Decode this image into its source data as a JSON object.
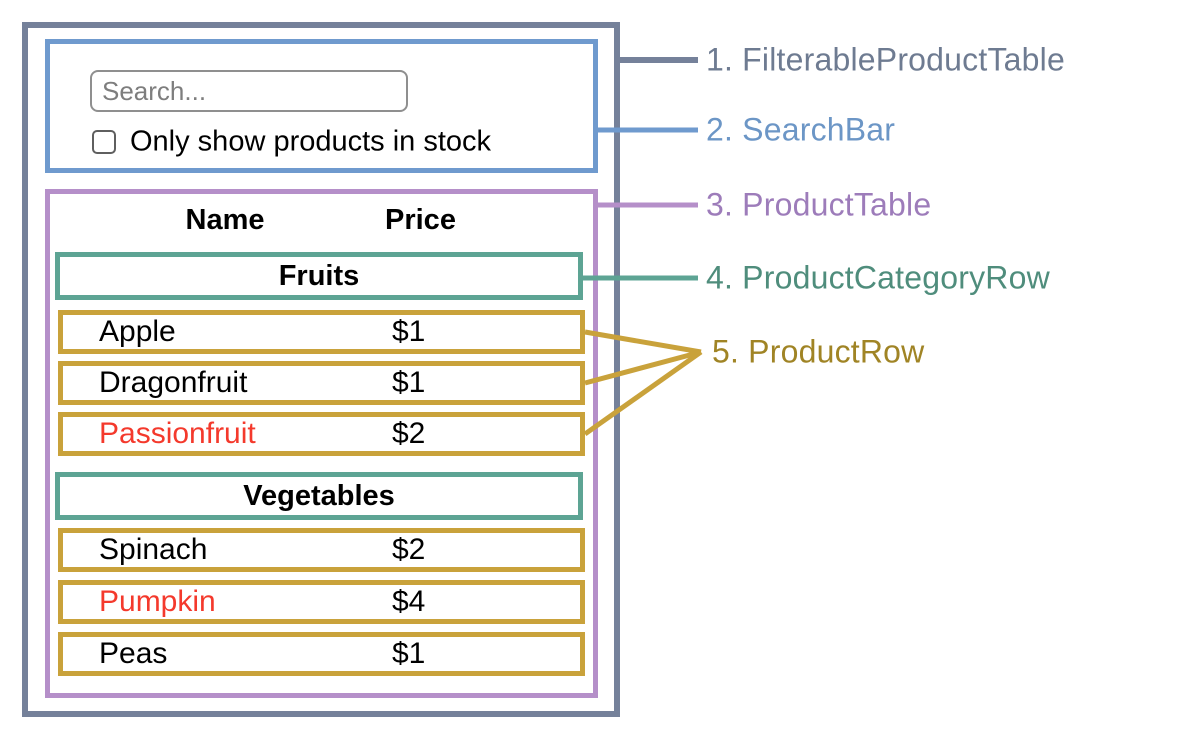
{
  "colors": {
    "frame_gray": "#75819a",
    "searchbar_blue": "#6f9ace",
    "table_purple": "#b58fc9",
    "category_teal": "#5da494",
    "row_gold": "#c9a23b",
    "label_gray": "#6e7b91",
    "label_blue": "#6c96c6",
    "label_purple": "#9d7cba",
    "label_teal": "#4f8d7c",
    "label_gold": "#a08425",
    "highlight_red": "#f4392c"
  },
  "search_bar": {
    "input_placeholder": "Search...",
    "checkbox_label": "Only show products in stock",
    "checkbox_checked": false
  },
  "table": {
    "header": {
      "name": "Name",
      "price": "Price"
    },
    "sections": [
      {
        "category": "Fruits",
        "rows": [
          {
            "name": "Apple",
            "price": "$1",
            "out_of_stock": false
          },
          {
            "name": "Dragonfruit",
            "price": "$1",
            "out_of_stock": false
          },
          {
            "name": "Passionfruit",
            "price": "$2",
            "out_of_stock": true
          }
        ]
      },
      {
        "category": "Vegetables",
        "rows": [
          {
            "name": "Spinach",
            "price": "$2",
            "out_of_stock": false
          },
          {
            "name": "Pumpkin",
            "price": "$4",
            "out_of_stock": true
          },
          {
            "name": "Peas",
            "price": "$1",
            "out_of_stock": false
          }
        ]
      }
    ]
  },
  "legend": {
    "items": [
      {
        "label": "1. FilterableProductTable"
      },
      {
        "label": "2. SearchBar"
      },
      {
        "label": "3. ProductTable"
      },
      {
        "label": "4. ProductCategoryRow"
      },
      {
        "label": "5. ProductRow"
      }
    ]
  }
}
